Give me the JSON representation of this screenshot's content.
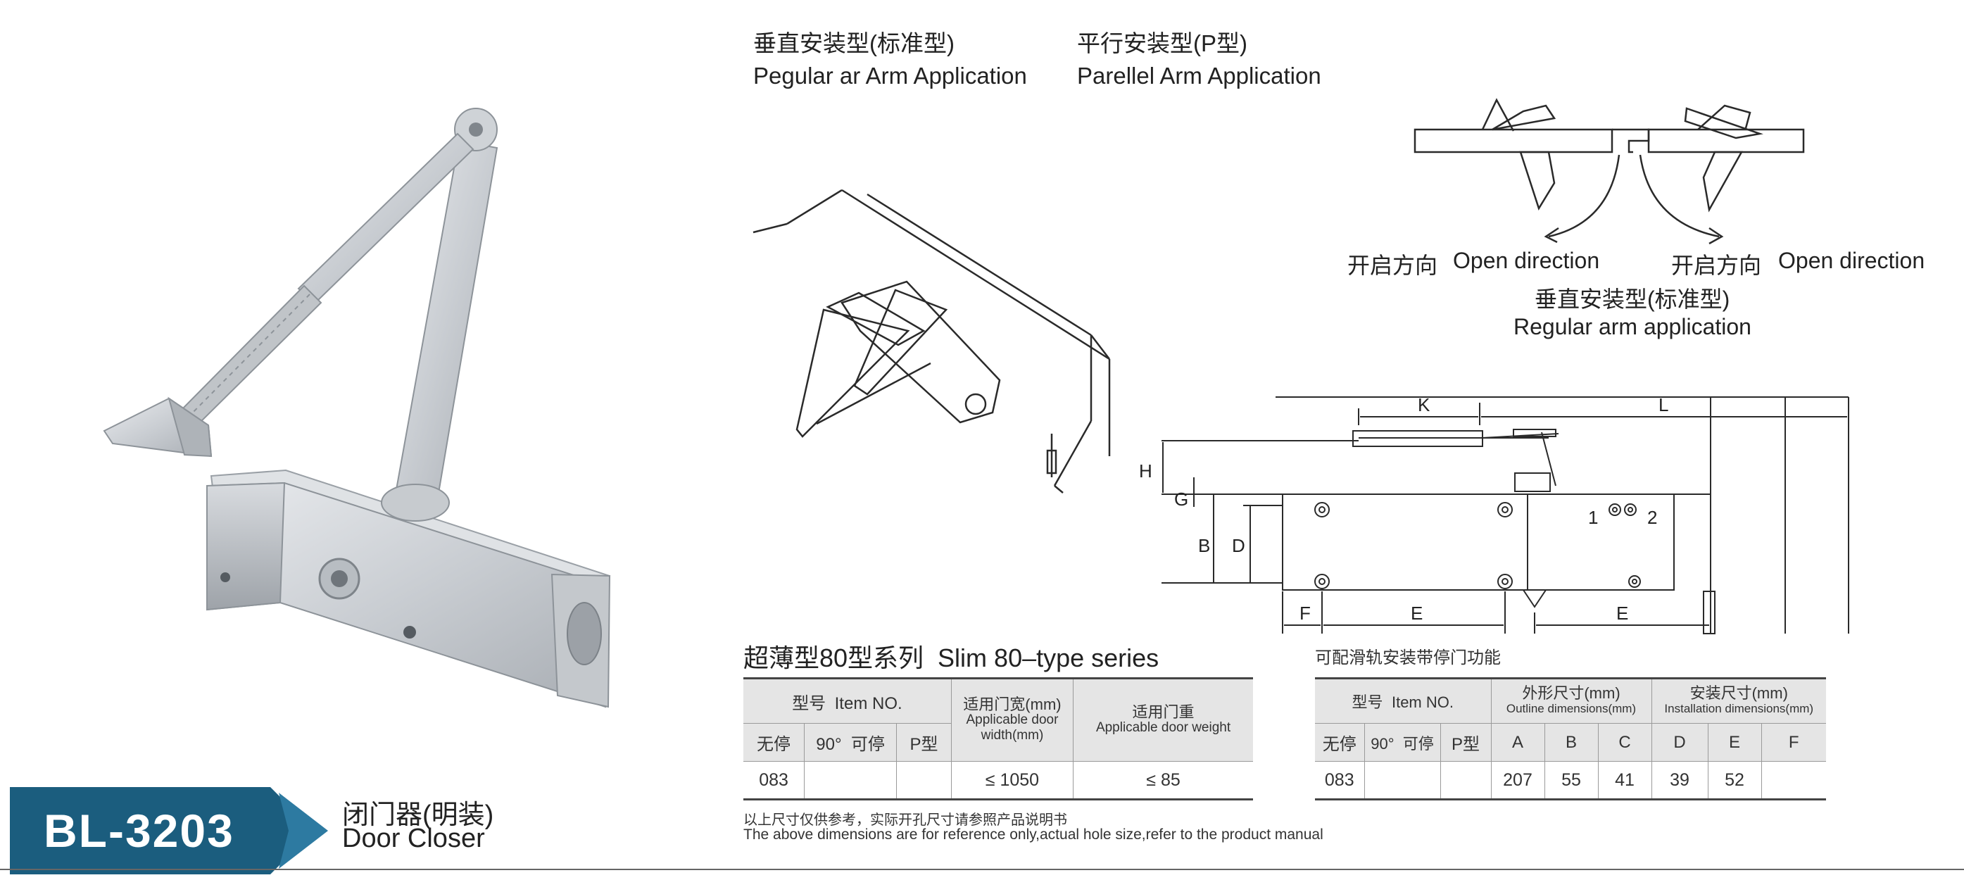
{
  "headers": {
    "vertical_cn": "垂直安装型(标准型)",
    "vertical_en": "Pegular ar Arm Application",
    "parallel_cn": "平行安装型(P型)",
    "parallel_en": "Parellel Arm Application"
  },
  "open_direction": {
    "left_cn": "开启方向",
    "left_en": "Open direction",
    "right_cn": "开启方向",
    "right_en": "Open direction",
    "regular_cn": "垂直安装型(标准型)",
    "regular_en": "Regular arm application"
  },
  "dimension_labels": [
    "K",
    "L",
    "H",
    "G",
    "B",
    "D",
    "F",
    "E",
    "E",
    "1",
    "2"
  ],
  "series_title": "超薄型80型系列  Slim 80–type series",
  "right_table_caption": "可配滑轨安装带停门功能",
  "left_table": {
    "item_cn": "型号",
    "item_en": "Item NO.",
    "door_width_cn": "适用门宽(mm)",
    "door_width_en1": "Applicable door",
    "door_width_en2": "width(mm)",
    "door_weight_cn": "适用门重",
    "door_weight_en": "Applicable door weight",
    "sub_headers": [
      "无停",
      "90°  可停",
      "P型"
    ],
    "row": {
      "model": "083",
      "stop90": "",
      "ptype": "",
      "width": "≤ 1050",
      "weight": "≤ 85"
    }
  },
  "right_table": {
    "item_cn": "型号",
    "item_en": "Item NO.",
    "outline_cn": "外形尺寸(mm)",
    "outline_en": "Outline dimensions(mm)",
    "install_cn": "安装尺寸(mm)",
    "install_en": "Installation dimensions(mm)",
    "sub_headers": [
      "无停",
      "90°  可停",
      "P型"
    ],
    "letters": [
      "A",
      "B",
      "C",
      "D",
      "E",
      "F"
    ],
    "row": {
      "model": "083",
      "stop90": "",
      "ptype": "",
      "A": "207",
      "B": "55",
      "C": "41",
      "D": "39",
      "E": "52",
      "F": ""
    }
  },
  "notes": {
    "cn": "以上尺寸仅供参考，实际开孔尺寸请参照产品说明书",
    "en": "The above dimensions are for reference only,actual hole size,refer to the product manual"
  },
  "product": {
    "code": "BL-3203",
    "name_cn": "闭门器(明装)",
    "name_en": "Door Closer"
  },
  "colors": {
    "badge": "#1b5d7e",
    "badge_light": "#2d7aa1",
    "table_header": "#e5e5e5",
    "line": "#333333"
  }
}
